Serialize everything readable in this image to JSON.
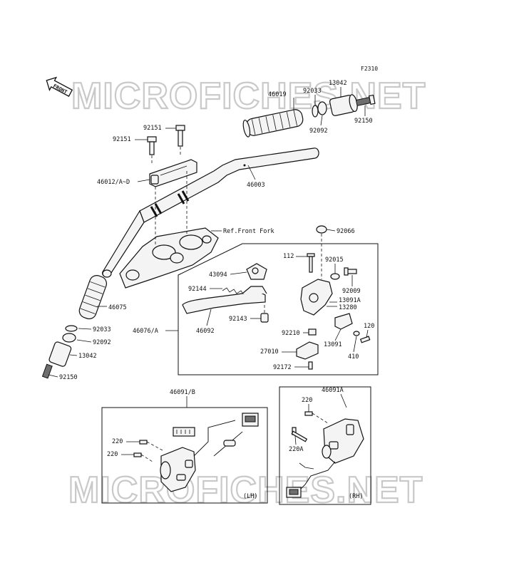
{
  "figure_code": "F2310",
  "front_arrow_label": "FRONT",
  "watermark_text": "MICROFICHES.NET",
  "reference_label": "Ref.Front Fork",
  "parts": {
    "p46019": "46019",
    "p92033_top": "92033",
    "p13042_top": "13042",
    "p92092_top": "92092",
    "p92150_top": "92150",
    "p92151_a": "92151",
    "p92151_b": "92151",
    "p46012": "46012/A~D",
    "p46003": "46003",
    "p92066": "92066",
    "p112": "112",
    "p92015": "92015",
    "p43094": "43094",
    "p92009": "92009",
    "p92144": "92144",
    "p13091A": "13091A",
    "p13280": "13280",
    "p46075": "46075",
    "p46076": "46076/A",
    "p46092": "46092",
    "p92143": "92143",
    "p92210": "92210",
    "p120": "120",
    "p13091": "13091",
    "p92033_bot": "92033",
    "p92092_bot": "92092",
    "p27010": "27010",
    "p410": "410",
    "p13042_bot": "13042",
    "p92172": "92172",
    "p92150_bot": "92150",
    "p46091B": "46091/B",
    "p46091A": "46091A",
    "p220_lh1": "220",
    "p220_lh2": "220",
    "p220_rh": "220",
    "p220A": "220A"
  },
  "side_labels": {
    "lh": "(LH)",
    "rh": "(RH)"
  }
}
